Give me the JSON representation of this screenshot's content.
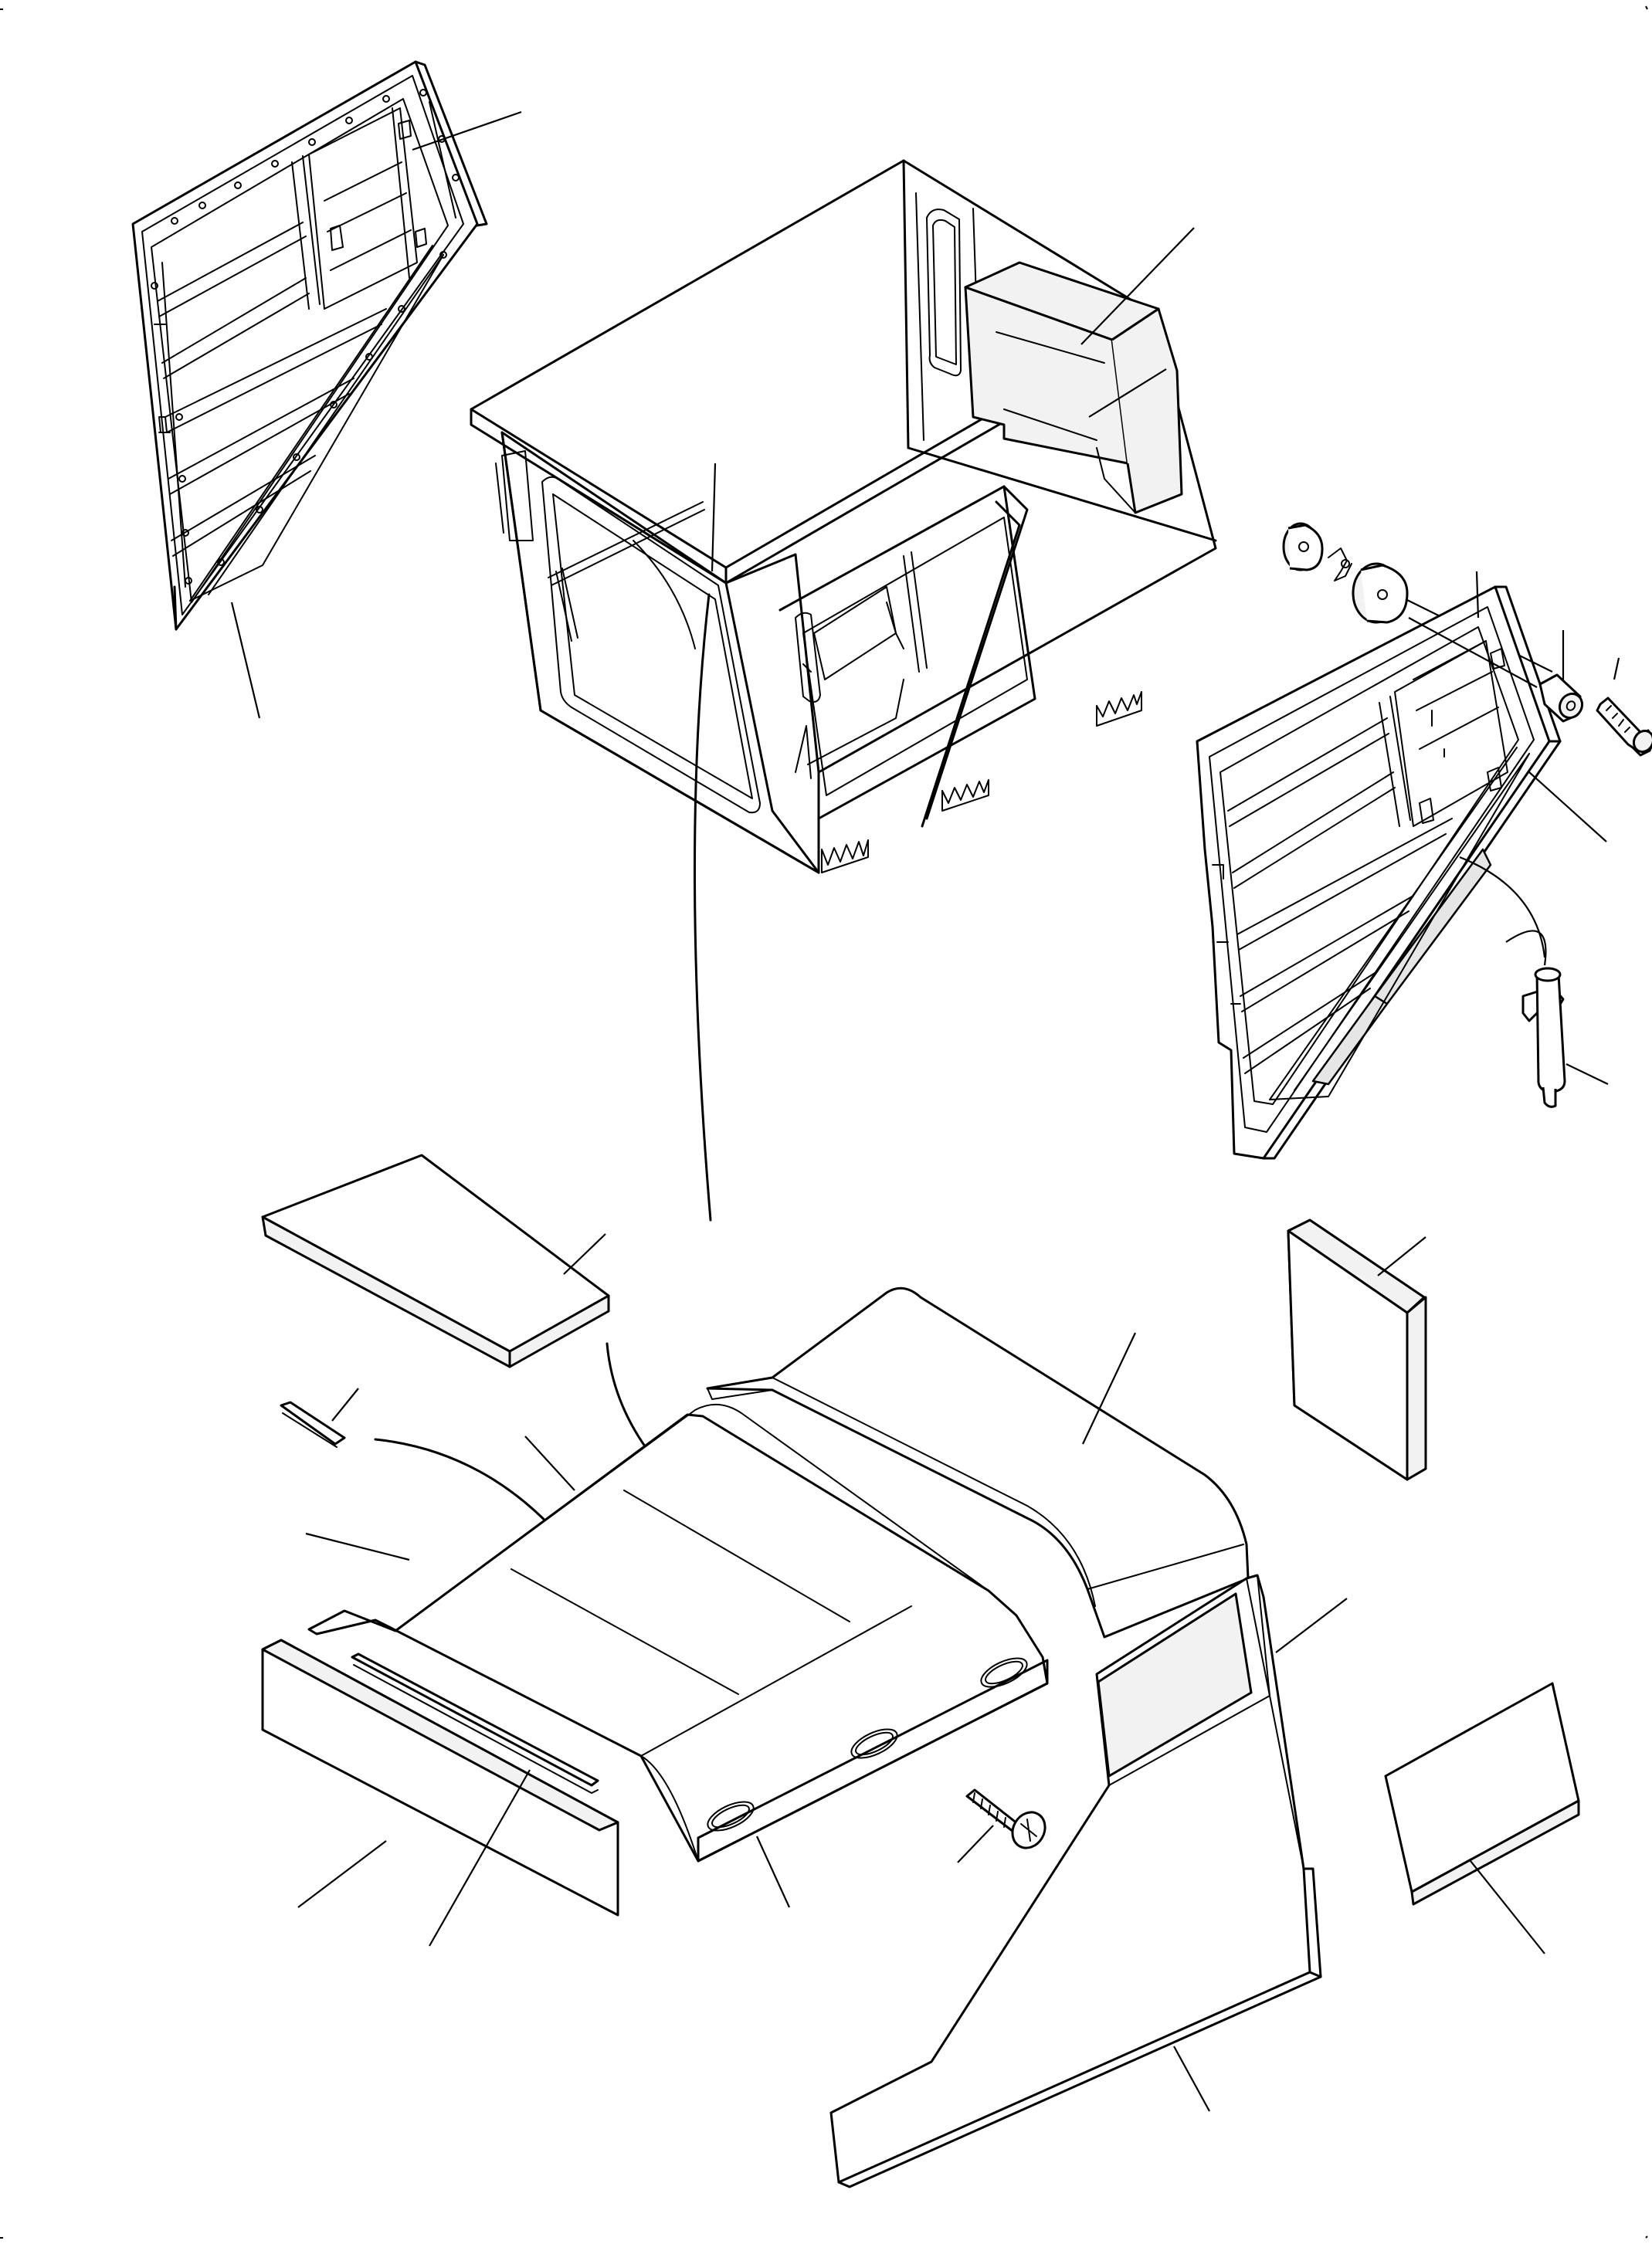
{
  "diagram": {
    "kind": "exploded-parts-view",
    "parts": [
      {
        "id": "left-louver-panel",
        "icon": "louver-panel-icon"
      },
      {
        "id": "cab-shell",
        "icon": "cab-icon"
      },
      {
        "id": "rear-console",
        "icon": "console-box-icon"
      },
      {
        "id": "rubber-mounts",
        "icon": "mount-cushion-icon"
      },
      {
        "id": "right-louver-panel",
        "icon": "louver-panel-icon"
      },
      {
        "id": "spacer-collar",
        "icon": "collar-icon"
      },
      {
        "id": "mount-bolt",
        "icon": "bolt-icon"
      },
      {
        "id": "latch-pin",
        "icon": "latch-pin-icon"
      },
      {
        "id": "top-insulation-pad",
        "icon": "pad-icon"
      },
      {
        "id": "seal-strip-small",
        "icon": "strip-icon"
      },
      {
        "id": "front-cover",
        "icon": "cover-icon"
      },
      {
        "id": "rear-cover",
        "icon": "cover-icon"
      },
      {
        "id": "side-pad-upright",
        "icon": "pad-icon"
      },
      {
        "id": "side-cover",
        "icon": "side-panel-icon"
      },
      {
        "id": "side-pad-flat",
        "icon": "pad-icon"
      },
      {
        "id": "front-pad",
        "icon": "pad-icon"
      },
      {
        "id": "seal-strip-long",
        "icon": "strip-icon"
      },
      {
        "id": "tapping-screw",
        "icon": "screw-icon"
      }
    ]
  }
}
